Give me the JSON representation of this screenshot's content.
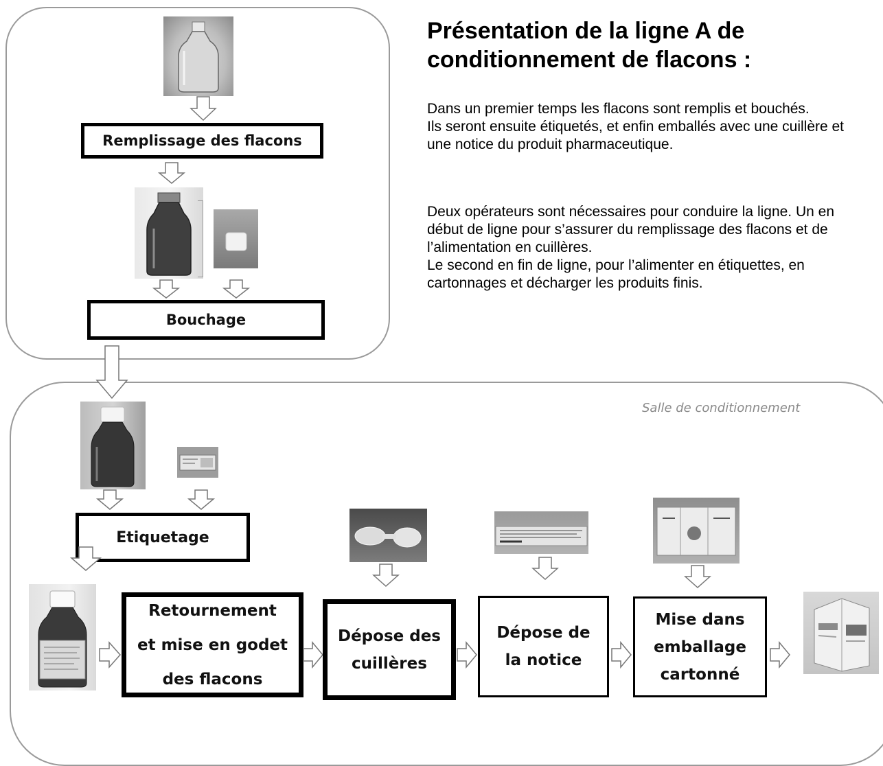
{
  "title": "Présentation de la ligne A de conditionnement de flacons :",
  "description": {
    "paragraph1": [
      "Dans un premier temps les flacons sont remplis et bouchés.",
      "Ils seront ensuite étiquetés, et enfin emballés avec une cuillère et une notice du produit pharmaceutique."
    ],
    "paragraph2": [
      "Deux opérateurs sont nécessaires pour conduire la ligne. Un en début de ligne pour s’assurer du remplissage des flacons et de l’alimentation en cuillères.",
      "Le second en fin de ligne, pour l’alimenter en étiquettes, en cartonnages et décharger les produits finis."
    ]
  },
  "room_label": "Salle de conditionnement",
  "steps": {
    "filling": "Remplissage des flacons",
    "capping": "Bouchage",
    "labelling": "Etiquetage",
    "turning": [
      "Retournement",
      "et mise en godet",
      "des flacons"
    ],
    "spoons": [
      "Dépose des",
      "cuillères"
    ],
    "leaflet": [
      "Dépose de",
      "la notice"
    ],
    "boxing": [
      "Mise dans",
      "emballage",
      "cartonné"
    ]
  },
  "icons": {
    "empty_bottle": "empty-bottle-photo",
    "filled_bottle": "filled-bottle-photo",
    "cap": "cap-photo",
    "capped_bottle": "capped-bottle-photo",
    "label": "label-photo",
    "labelled_bottle": "labelled-bottle-photo",
    "spoon": "spoon-photo",
    "leaflet": "leaflet-photo",
    "carton_blank": "carton-blank-photo",
    "final_box": "final-box-photo"
  }
}
